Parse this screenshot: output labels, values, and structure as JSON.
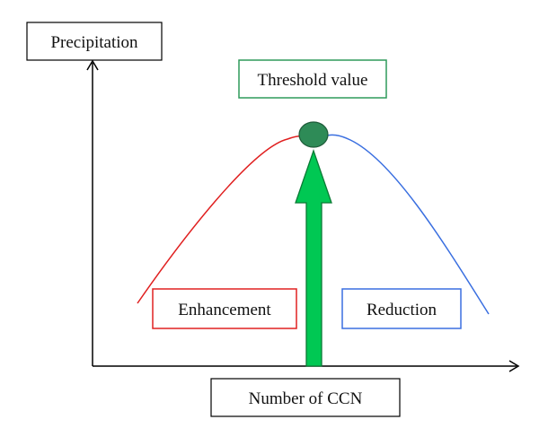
{
  "labels": {
    "y_axis": "Precipitation",
    "x_axis": "Number of CCN",
    "threshold": "Threshold value",
    "enhancement": "Enhancement",
    "reduction": "Reduction"
  },
  "colors": {
    "enhancement": "#e02020",
    "reduction": "#3a6fe0",
    "threshold_box": "#2e9a5a",
    "arrow": "#00c853",
    "peak_marker": "#2e8b57",
    "axis": "#000000"
  }
}
